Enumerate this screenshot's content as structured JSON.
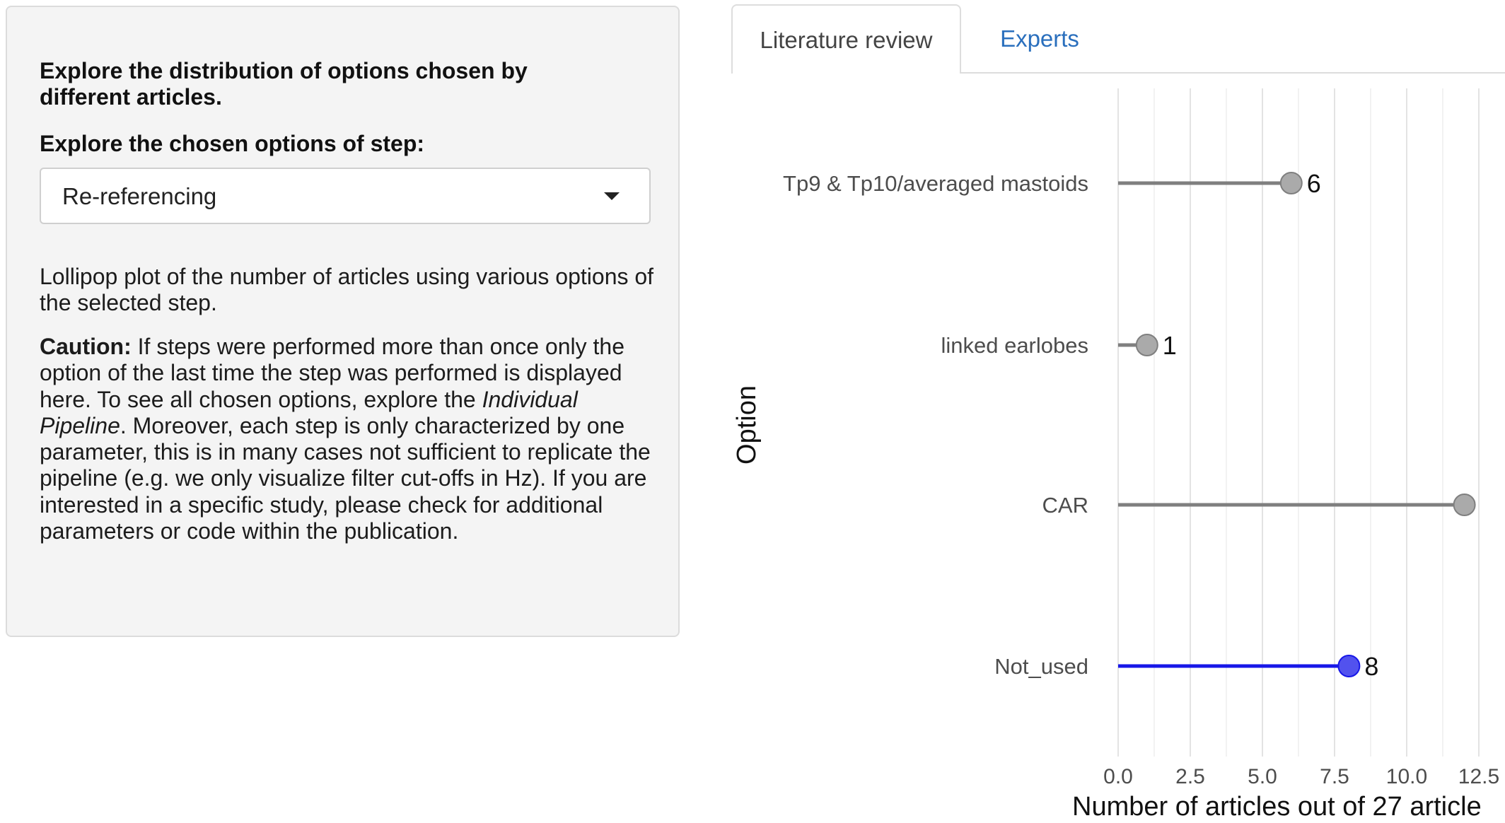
{
  "sidebar": {
    "heading": "Explore the distribution of options chosen by different articles.",
    "select_label": "Explore the chosen options of step:",
    "select_value": "Re-referencing",
    "description": "Lollipop plot of the number of articles using various options of the selected step.",
    "caution_label": "Caution:",
    "caution_text_1": " If steps were performed more than once only the option of the last time the step was performed is displayed here. To see all chosen options, explore the ",
    "caution_italic": "Individual Pipeline",
    "caution_text_2": ". Moreover, each step is only characterized by one parameter, this is in many cases not sufficient to replicate the pipeline (e.g. we only visualize filter cut-offs in Hz). If you are interested in a specific study, please check for additional parameters or code within the publication."
  },
  "tabs": [
    {
      "label": "Literature review",
      "active": true
    },
    {
      "label": "Experts",
      "active": false
    }
  ],
  "chart_data": {
    "type": "lollipop",
    "orientation": "horizontal",
    "categories": [
      "Tp9 & Tp10/averaged mastoids",
      "linked earlobes",
      "CAR",
      "Not_used"
    ],
    "values": [
      6,
      1,
      12,
      8
    ],
    "value_labels": [
      "6",
      "1",
      "",
      "8"
    ],
    "highlight": "Not_used",
    "colors": {
      "default": "#7f7f7f",
      "default_point": "#aaaaaa",
      "highlight": "#1717e8",
      "highlight_point": "#5252ee"
    },
    "xlabel": "Number of articles out of 27 article",
    "ylabel": "Option",
    "xticks": [
      0.0,
      2.5,
      5.0,
      7.5,
      10.0,
      12.5
    ],
    "xtick_labels": [
      "0.0",
      "2.5",
      "5.0",
      "7.5",
      "10.0",
      "12.5"
    ],
    "grid": true
  }
}
